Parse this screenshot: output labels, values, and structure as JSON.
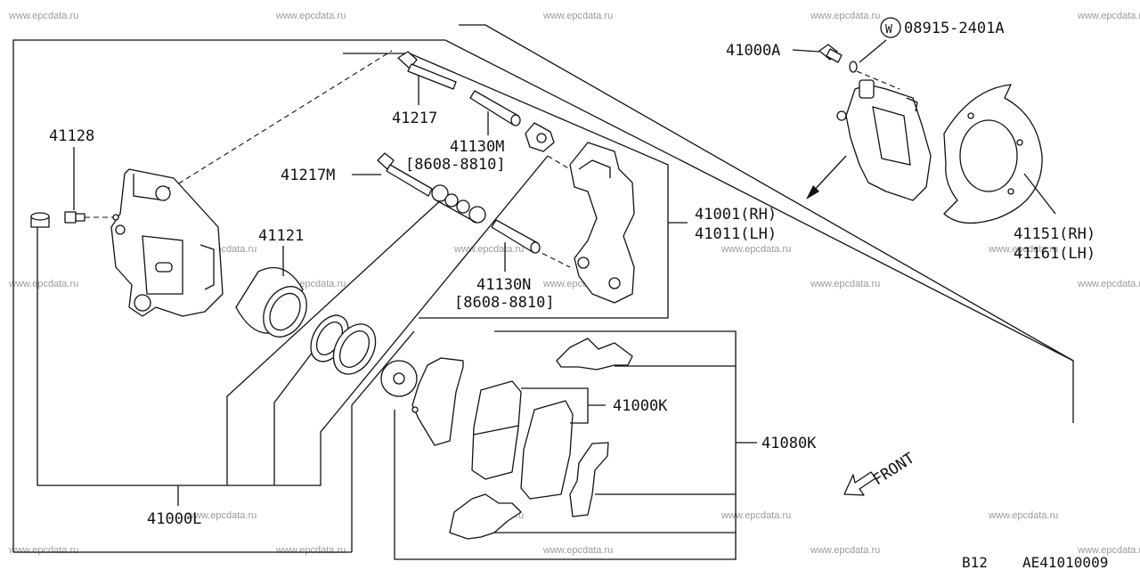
{
  "watermark": "www.epcdata.ru",
  "labels": {
    "p41128": "41128",
    "p41217": "41217",
    "p41130m": "41130M",
    "p41130m_range": "[8608-8810]",
    "p41217m": "41217M",
    "p41121": "41121",
    "p41001": "41001(RH)",
    "p41011": "41011(LH)",
    "p41130n": "41130N",
    "p41130n_range": "[8608-8810]",
    "p41000a": "41000A",
    "washer_mark": "W",
    "p08915": "08915-2401A",
    "p41151": "41151(RH)",
    "p41161": "41161(LH)",
    "p41000k": "41000K",
    "p41080k": "41080K",
    "p41000l": "41000L",
    "front": "FRONT",
    "page_code": "B12",
    "diagram_code": "AE41010009"
  },
  "colors": {
    "ink": "#111111",
    "watermark": "#9a9a9a"
  }
}
